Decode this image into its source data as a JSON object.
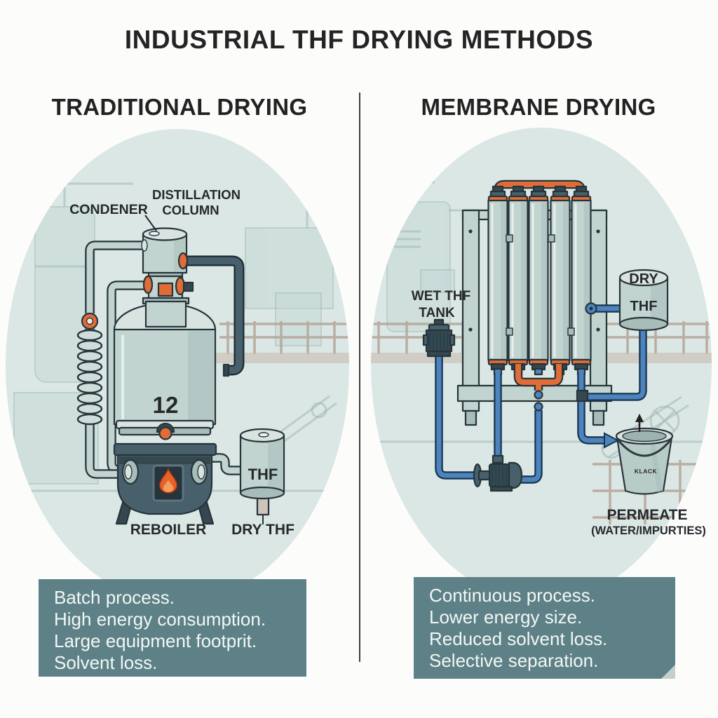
{
  "title": "INDUSTRIAL THF DRYING METHODS",
  "left": {
    "header": "TRADITIONAL DRYING",
    "labels": {
      "condenser": "CONDENER",
      "distillation_line1": "DISTILLATION",
      "distillation_line2": "COLUMN",
      "tank_number": "12",
      "reboiler": "REBOILER",
      "thf_drum": "THF",
      "dry_thf": "DRY THF"
    },
    "notes": [
      "Batch process.",
      "High energy consumption.",
      "Large equipment footprit.",
      "Solvent loss."
    ]
  },
  "right": {
    "header": "MEMBRANE DRYING",
    "labels": {
      "wet_tank_line1": "WET THF",
      "wet_tank_line2": "TANK",
      "dry_tank_line1": "DRY",
      "dry_tank_line2": "THF",
      "bucket_text": "KLACK",
      "permeate": "PERMEATE",
      "permeate_sub": "(WATER/IMPURTIES)"
    },
    "notes": [
      "Continuous process.",
      "Lower energy size.",
      "Reduced solvent loss.",
      "Selective separation."
    ]
  },
  "colors": {
    "accent_orange": "#e06c38",
    "pipe_blue": "#4d84bd",
    "metal": "#c2d4d0",
    "metal_light": "#d9e4e1",
    "metal_shade": "#a7bdb9",
    "dark_slate": "#47606b",
    "dark_slate_deep": "#36474f",
    "panel_bg": "#dbe7e5",
    "box_bg": "#5d8186",
    "title_color": "#242424",
    "note_text": "#f3f7f6",
    "divider": "#3d3f40"
  }
}
